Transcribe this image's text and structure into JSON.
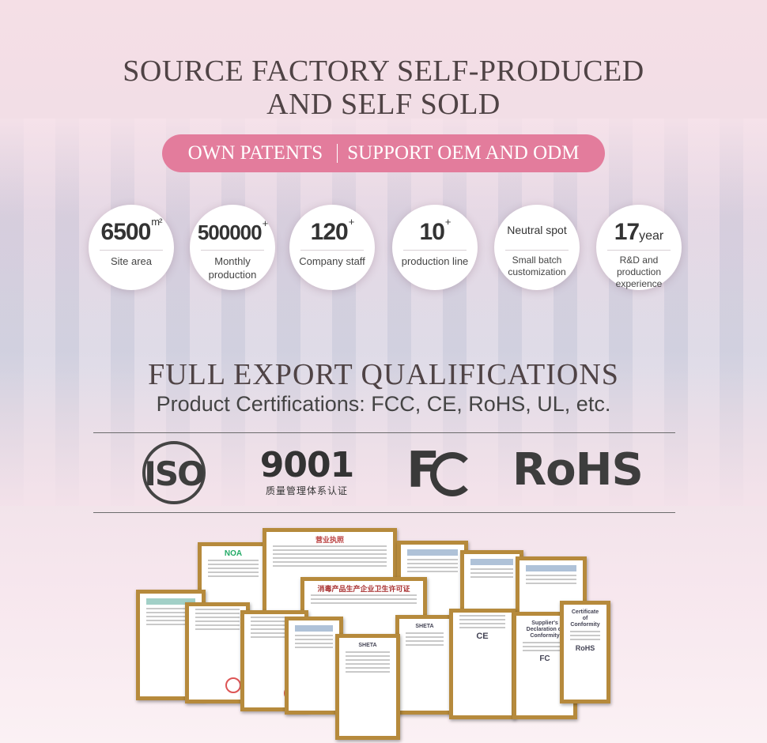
{
  "header": {
    "title_line1": "SOURCE FACTORY SELF-PRODUCED",
    "title_line2": "AND SELF SOLD",
    "pill_left": "OWN PATENTS",
    "pill_right": "SUPPORT OEM AND ODM"
  },
  "stats": [
    {
      "value": "6500",
      "sup": "m²",
      "label": "Site area"
    },
    {
      "value": "500000",
      "sup": "+",
      "label": "Monthly production"
    },
    {
      "value": "120",
      "sup": "+",
      "label": "Company staff"
    },
    {
      "value": "10",
      "sup": "+",
      "label": "production line"
    },
    {
      "value": "Neutral spot",
      "sup": "",
      "label": "Small batch customization"
    },
    {
      "value": "17",
      "unit": "year",
      "label": "R&D and production experience"
    }
  ],
  "qualifications": {
    "title": "FULL EXPORT QUALIFICATIONS",
    "subtitle": "Product Certifications: FCC, CE, RoHS, UL, etc."
  },
  "logos": {
    "iso": "ISO",
    "iso9001": "9001",
    "iso9001_cn": "质量管理体系认证",
    "fcc_f": "F",
    "rohs": "RoHS"
  },
  "certificates": {
    "noa": "NOA",
    "business_license": "营业执照",
    "hygiene_permit": "消毒产品生产企业卫生许可证",
    "sheta1": "SHETA",
    "sheta2": "SHETA",
    "conformity": "Certificate of Conformity",
    "supplier": "Supplier's Declaration of Conformity",
    "ce": "CE",
    "fc": "FC",
    "rohs_small": "RoHS"
  },
  "colors": {
    "pill": "#e37c9c",
    "title": "#4f4345",
    "frame": "#b68a3c"
  }
}
